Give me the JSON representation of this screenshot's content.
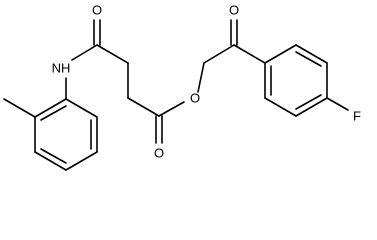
{
  "molecule": {
    "atoms": {
      "o_amide": "O",
      "nh": "NH",
      "o_ester_carbonyl": "O",
      "o_ester": "O",
      "o_ketone": "O",
      "f": "F"
    }
  },
  "colors": {
    "bond": "#000000",
    "label": "#000000",
    "background": "#ffffff"
  }
}
